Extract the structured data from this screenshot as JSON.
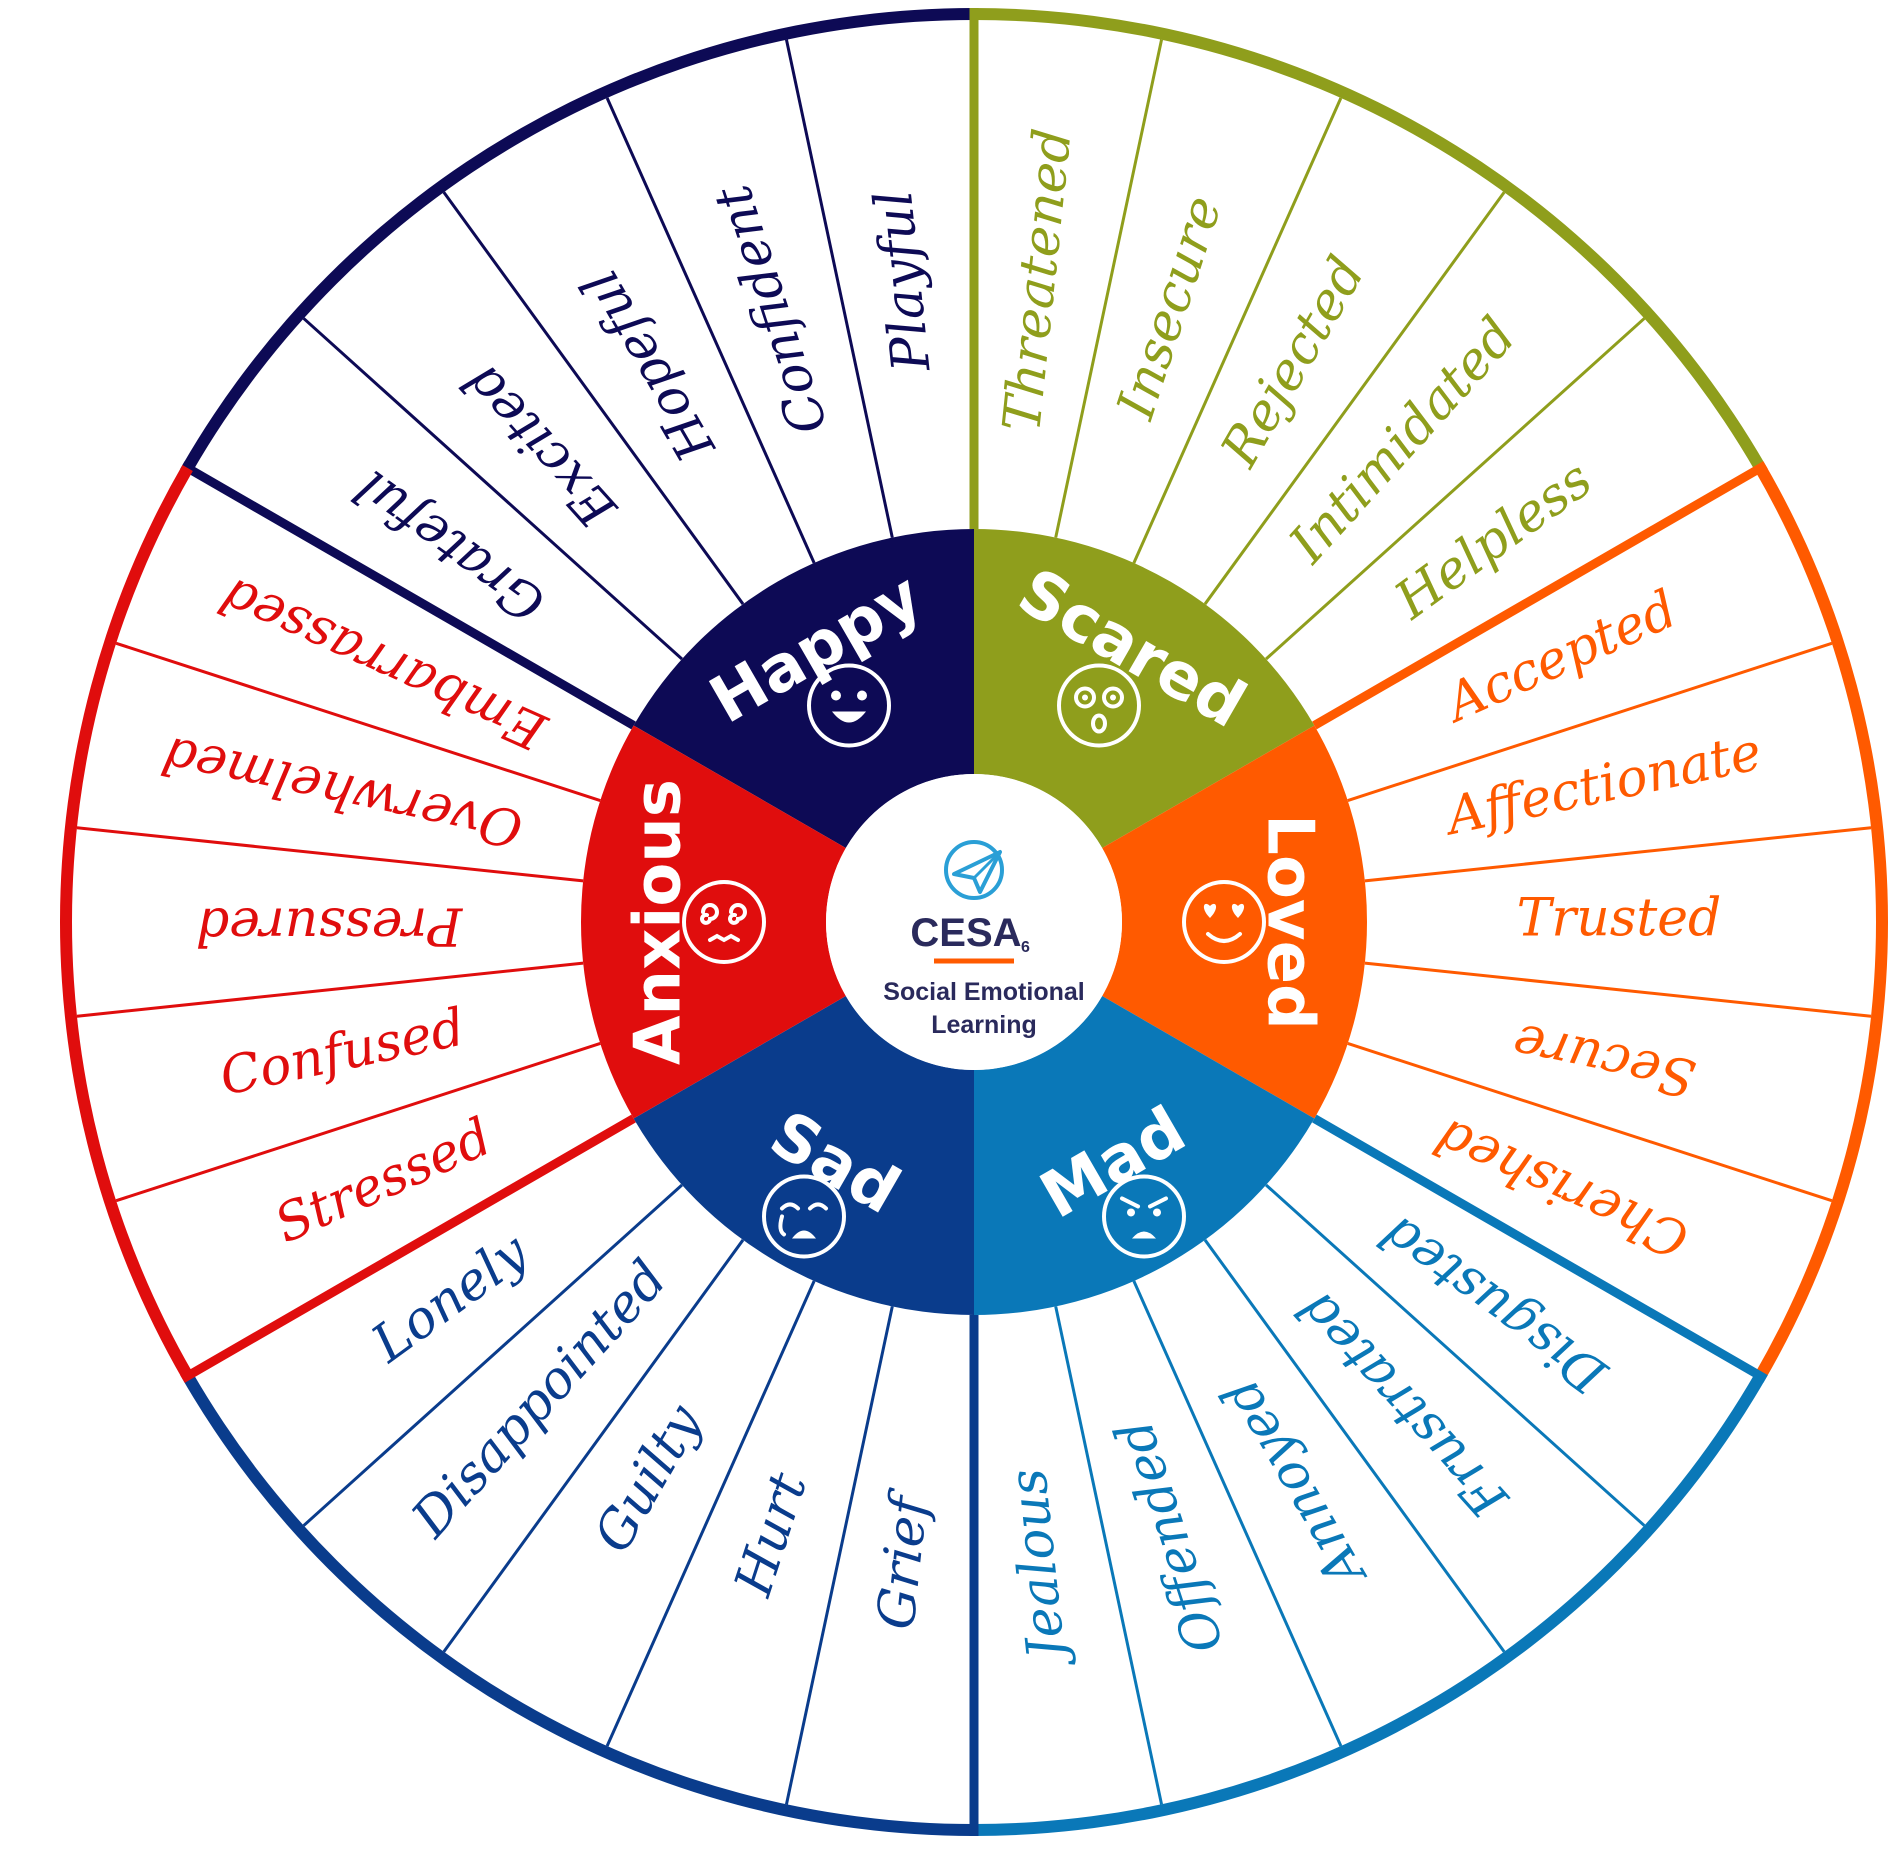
{
  "logo": {
    "name": "CESA",
    "superscript": "6",
    "subtitle_line1": "Social Emotional",
    "subtitle_line2": "Learning"
  },
  "sectors": [
    {
      "name": "Happy",
      "color": "#0d0a55",
      "icon": "grinning-face-icon",
      "words": [
        "Grateful",
        "Excited",
        "Hopeful",
        "Confident",
        "Playful"
      ]
    },
    {
      "name": "Scared",
      "color": "#8f9e1c",
      "icon": "surprised-face-icon",
      "words": [
        "Threatened",
        "Insecure",
        "Rejected",
        "Intimidated",
        "Helpless"
      ]
    },
    {
      "name": "Loved",
      "color": "#ff5a00",
      "icon": "heart-eyes-face-icon",
      "words": [
        "Accepted",
        "Affectionate",
        "Trusted",
        "Secure",
        "Cherished"
      ]
    },
    {
      "name": "Mad",
      "color": "#0a78b8",
      "icon": "angry-face-icon",
      "words": [
        "Disgusted",
        "Frustrated",
        "Annoyed",
        "Offended",
        "Jealous"
      ]
    },
    {
      "name": "Sad",
      "color": "#0a3c8c",
      "icon": "crying-face-icon",
      "words": [
        "Grief",
        "Hurt",
        "Guilty",
        "Disappointed",
        "Lonely"
      ]
    },
    {
      "name": "Anxious",
      "color": "#e00d0d",
      "icon": "dizzy-face-icon",
      "words": [
        "Stressed",
        "Confused",
        "Pressured",
        "Overwhelmed",
        "Embarrassed"
      ]
    }
  ]
}
